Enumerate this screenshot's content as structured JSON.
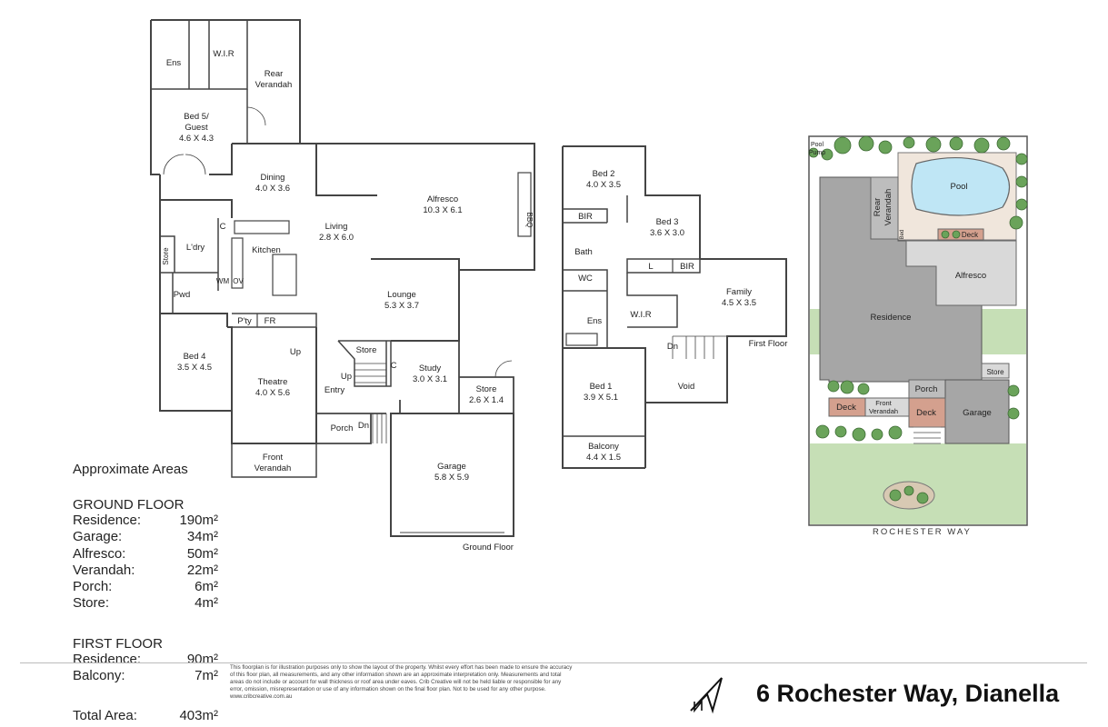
{
  "ground_floor": {
    "caption": "Ground Floor",
    "rooms": {
      "ens": "Ens",
      "wir": "W.I.R",
      "rear_verandah_1": "Rear",
      "rear_verandah_2": "Verandah",
      "bed5_1": "Bed 5/",
      "bed5_2": "Guest",
      "bed5_dim": "4.6 X 4.3",
      "dining": "Dining",
      "dining_dim": "4.0 X 3.6",
      "alfresco": "Alfresco",
      "alfresco_dim": "10.3 X 6.1",
      "bbq": "BBQ",
      "living": "Living",
      "living_dim": "2.8 X 6.0",
      "c1": "C",
      "ldry": "L'dry",
      "store_side": "Store",
      "kitchen": "Kitchen",
      "wm": "WM",
      "ov": "OV",
      "pwd": "Pwd",
      "lounge": "Lounge",
      "lounge_dim": "5.3 X 3.7",
      "pty": "P'ty",
      "fr": "FR",
      "bed4": "Bed 4",
      "bed4_dim": "3.5 X 4.5",
      "theatre": "Theatre",
      "theatre_dim": "4.0 X 5.6",
      "up1": "Up",
      "store_mid": "Store",
      "up2": "Up",
      "c2": "C",
      "study": "Study",
      "study_dim": "3.0 X 3.1",
      "store_right": "Store",
      "store_right_dim": "2.6 X 1.4",
      "entry": "Entry",
      "porch": "Porch",
      "dn": "Dn",
      "front_verandah_1": "Front",
      "front_verandah_2": "Verandah",
      "garage": "Garage",
      "garage_dim": "5.8 X 5.9"
    }
  },
  "first_floor": {
    "caption": "First Floor",
    "rooms": {
      "bed2": "Bed 2",
      "bed2_dim": "4.0 X 3.5",
      "bir1": "BIR",
      "bed3": "Bed 3",
      "bed3_dim": "3.6 X 3.0",
      "bath": "Bath",
      "l": "L",
      "bir2": "BIR",
      "wc": "WC",
      "family": "Family",
      "family_dim": "4.5 X 3.5",
      "ens": "Ens",
      "wir": "W.I.R",
      "dn": "Dn",
      "bed1": "Bed 1",
      "bed1_dim": "3.9 X 5.1",
      "void": "Void",
      "balcony": "Balcony",
      "balcony_dim": "4.4 X 1.5"
    }
  },
  "site_plan": {
    "pool_pump_1": "Pool",
    "pool_pump_2": "Pump",
    "pool": "Pool",
    "rear_verandah_1": "Rear",
    "rear_verandah_2": "Verandah",
    "bed": "Bed",
    "deck_pool": "Deck",
    "alfresco": "Alfresco",
    "residence": "Residence",
    "store": "Store",
    "porch": "Porch",
    "deck_left": "Deck",
    "front_verandah_1": "Front",
    "front_verandah_2": "Verandah",
    "deck_mid": "Deck",
    "garage": "Garage",
    "road": "ROCHESTER WAY",
    "colors": {
      "roof": "#a6a6a6",
      "alfresco": "#d9d9d9",
      "pool_water": "#bfe6f5",
      "deck": "#d4a08e",
      "lawn": "#c6dfb6"
    }
  },
  "areas": {
    "title": "Approximate Areas",
    "ground_floor": {
      "heading": "GROUND FLOOR",
      "rows": [
        {
          "label": "Residence:",
          "value": "190m²"
        },
        {
          "label": "Garage:",
          "value": "34m²"
        },
        {
          "label": "Alfresco:",
          "value": "50m²"
        },
        {
          "label": "Verandah:",
          "value": "22m²"
        },
        {
          "label": "Porch:",
          "value": "6m²"
        },
        {
          "label": "Store:",
          "value": "4m²"
        }
      ]
    },
    "first_floor": {
      "heading": "FIRST FLOOR",
      "rows": [
        {
          "label": "Residence:",
          "value": "90m²"
        },
        {
          "label": "Balcony:",
          "value": "7m²"
        }
      ]
    },
    "total": {
      "label": "Total Area:",
      "value": "403m²"
    }
  },
  "disclaimer": "This floorplan is for illustration purposes only to show the layout of the property. Whilst every effort has been made to ensure the accuracy of this floor plan, all measurements, and any other information shown are an approximate interpretation only. Measurements and total areas do not include or account for wall thickness or roof area under eaves. Crib Creative will not be held liable or responsible for any error, omission, misrepresentation or use of any information shown on the final floor plan. Not to be used for any other purpose. www.cribcreative.com.au",
  "address": "6 Rochester Way, Dianella",
  "north_icon": "north-arrow-icon"
}
